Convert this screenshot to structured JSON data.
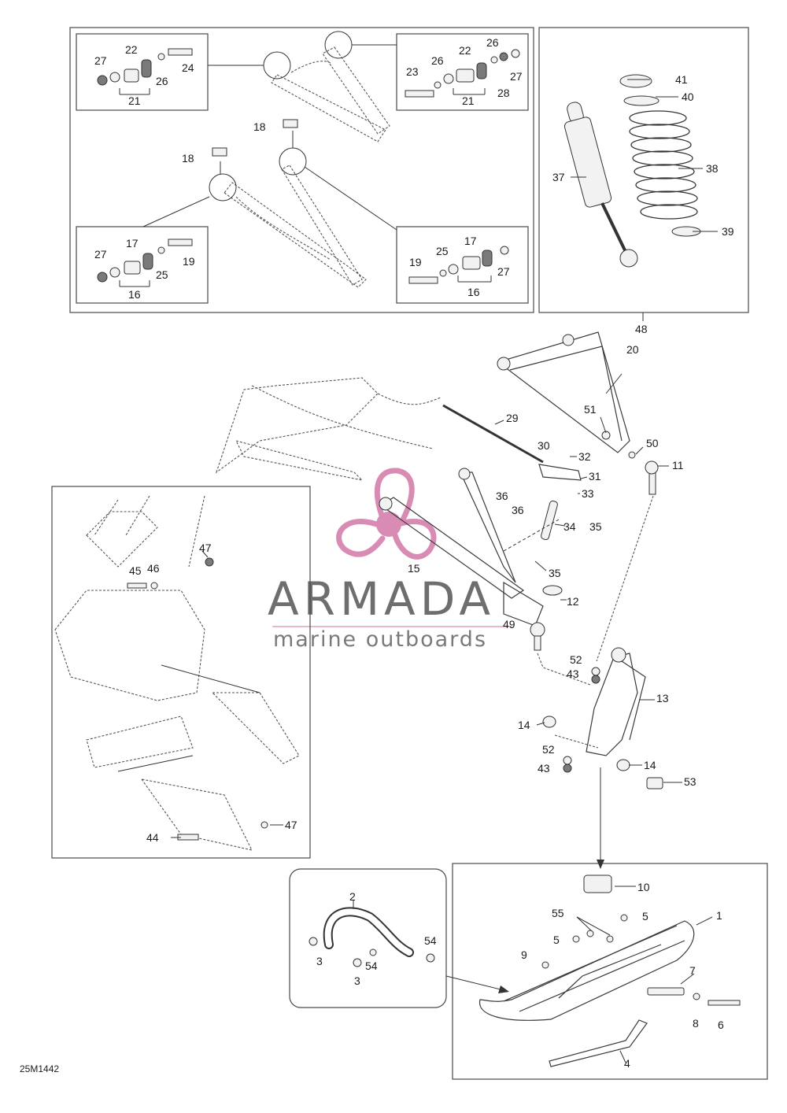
{
  "diagram": {
    "drawing_code": "25M1442",
    "watermark": {
      "brand": "ARMADA",
      "tagline": "marine outboards",
      "logo_color": "#d98cb3",
      "text_color": "#6e6e6e"
    },
    "callouts": {
      "c1": "1",
      "c2": "2",
      "c3a": "3",
      "c3b": "3",
      "c4": "4",
      "c5a": "5",
      "c5b": "5",
      "c6": "6",
      "c7": "7",
      "c8": "8",
      "c9": "9",
      "c10": "10",
      "c11": "11",
      "c12": "12",
      "c13": "13",
      "c14a": "14",
      "c14b": "14",
      "c15": "15",
      "c16a": "16",
      "c16b": "16",
      "c17a": "17",
      "c17b": "17",
      "c18a": "18",
      "c18b": "18",
      "c19a": "19",
      "c19b": "19",
      "c20": "20",
      "c21a": "21",
      "c21b": "21",
      "c22a": "22",
      "c22b": "22",
      "c23": "23",
      "c24": "24",
      "c25a": "25",
      "c25b": "25",
      "c26a": "26",
      "c26b": "26",
      "c26c": "26",
      "c27a": "27",
      "c27b": "27",
      "c27c": "27",
      "c27d": "27",
      "c28": "28",
      "c29": "29",
      "c30": "30",
      "c31": "31",
      "c32": "32",
      "c33": "33",
      "c34": "34",
      "c35a": "35",
      "c35b": "35",
      "c36a": "36",
      "c36b": "36",
      "c37": "37",
      "c38": "38",
      "c39": "39",
      "c40": "40",
      "c41": "41",
      "c43a": "43",
      "c43b": "43",
      "c44": "44",
      "c45": "45",
      "c46": "46",
      "c47a": "47",
      "c47b": "47",
      "c48": "48",
      "c49": "49",
      "c50": "50",
      "c51": "51",
      "c52a": "52",
      "c52b": "52",
      "c53": "53",
      "c54a": "54",
      "c54b": "54",
      "c55": "55"
    }
  }
}
